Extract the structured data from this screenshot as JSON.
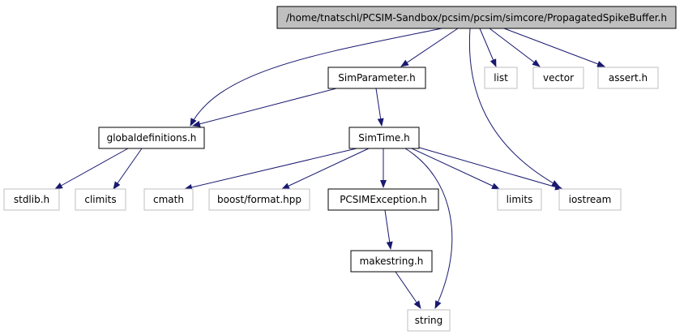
{
  "colors": {
    "root_fill": "#bfbfbf",
    "documented_border": "#000000",
    "external_border": "#bfbfbf",
    "edge": "#191970"
  },
  "nodes": {
    "root": "/home/tnatschl/PCSIM-Sandbox/pcsim/pcsim/simcore/PropagatedSpikeBuffer.h",
    "simparameter": "SimParameter.h",
    "list": "list",
    "vector": "vector",
    "assert": "assert.h",
    "globaldefinitions": "globaldefinitions.h",
    "simtime": "SimTime.h",
    "stdlib": "stdlib.h",
    "climits": "climits",
    "cmath": "cmath",
    "boostformat": "boost/format.hpp",
    "pcsimexception": "PCSIMException.h",
    "limits": "limits",
    "iostream": "iostream",
    "makestring": "makestring.h",
    "string": "string"
  }
}
